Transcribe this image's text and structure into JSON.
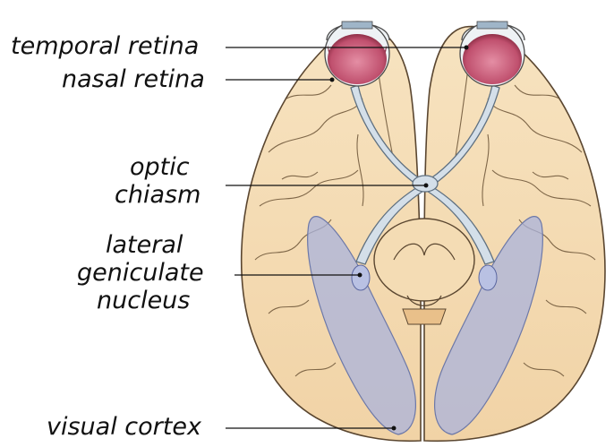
{
  "labels": {
    "temporal_retina": "temporal retina",
    "nasal_retina": "nasal retina",
    "optic": "optic",
    "chiasm": "chiasm",
    "lateral": "lateral",
    "geniculate": "geniculate",
    "nucleus": "nucleus",
    "visual_cortex": "visual cortex"
  },
  "colors": {
    "brain_fill": "#f6dfb8",
    "brain_stroke": "#5a4630",
    "retina": "#c95f7a",
    "optic_path": "#d4dfe9",
    "visual_pathway": "#a9b3dc",
    "leader_line": "#111111"
  }
}
